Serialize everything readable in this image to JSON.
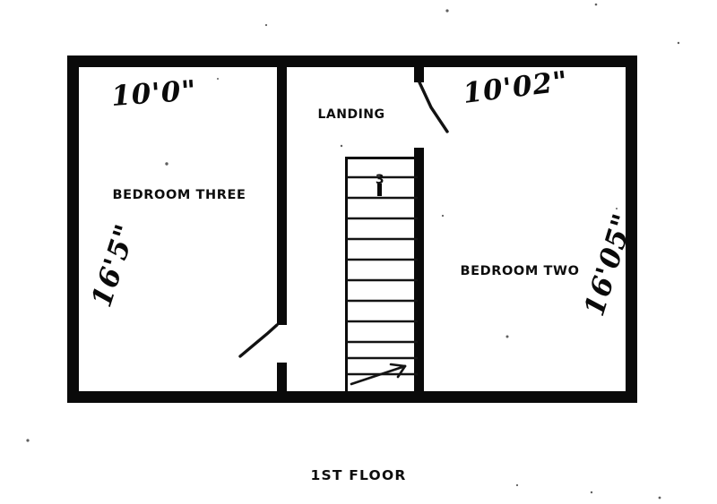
{
  "document": {
    "type": "architectural-floor-plan",
    "caption": "1ST FLOOR",
    "scan_quality": "photocopy"
  },
  "rooms": [
    {
      "id": "bedroom-three",
      "label": "BEDROOM THREE",
      "position": "left",
      "width_dimension": "10'0\"",
      "height_dimension": "16'5\""
    },
    {
      "id": "landing",
      "label": "LANDING",
      "position": "center",
      "contains": "staircase"
    },
    {
      "id": "bedroom-two",
      "label": "BEDROOM TWO",
      "position": "right",
      "width_dimension": "10'02\"",
      "height_dimension": "16'05\""
    }
  ],
  "dimensions": {
    "top_left": "10'0\"",
    "top_right": "10'02\"",
    "left_vertical": "16'5\"",
    "right_vertical": "16'05\""
  },
  "staircase": {
    "tread_count": 11,
    "direction_arrow": "down",
    "top_marker": "3"
  },
  "doors": [
    {
      "id": "door-bedroom-three",
      "room": "BEDROOM THREE",
      "swing": "open",
      "location": "lower-right-of-room"
    },
    {
      "id": "door-bedroom-two",
      "room": "BEDROOM TWO",
      "swing": "open",
      "location": "upper-left-of-room"
    }
  ],
  "colors": {
    "wall": "#0a0a0a",
    "paper": "#ffffff",
    "ink": "#0d0d0d"
  }
}
